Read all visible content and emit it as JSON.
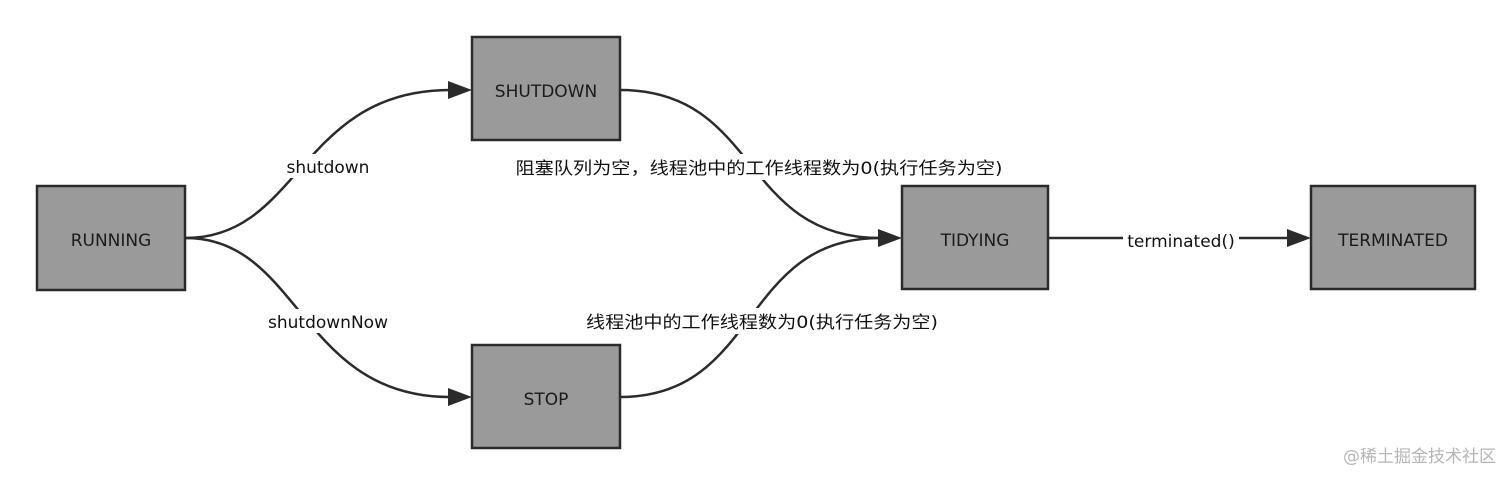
{
  "nodes": {
    "running": "RUNNING",
    "shutdown": "SHUTDOWN",
    "stop": "STOP",
    "tidying": "TIDYING",
    "terminated": "TERMINATED"
  },
  "edges": {
    "running_to_shutdown": "shutdown",
    "running_to_stop": "shutdownNow",
    "shutdown_to_tidying": "阻塞队列为空，线程池中的工作线程数为0(执行任务为空)",
    "stop_to_tidying": "线程池中的工作线程数为0(执行任务为空)",
    "tidying_to_terminated": "terminated()"
  },
  "watermark": "@稀土掘金技术社区"
}
